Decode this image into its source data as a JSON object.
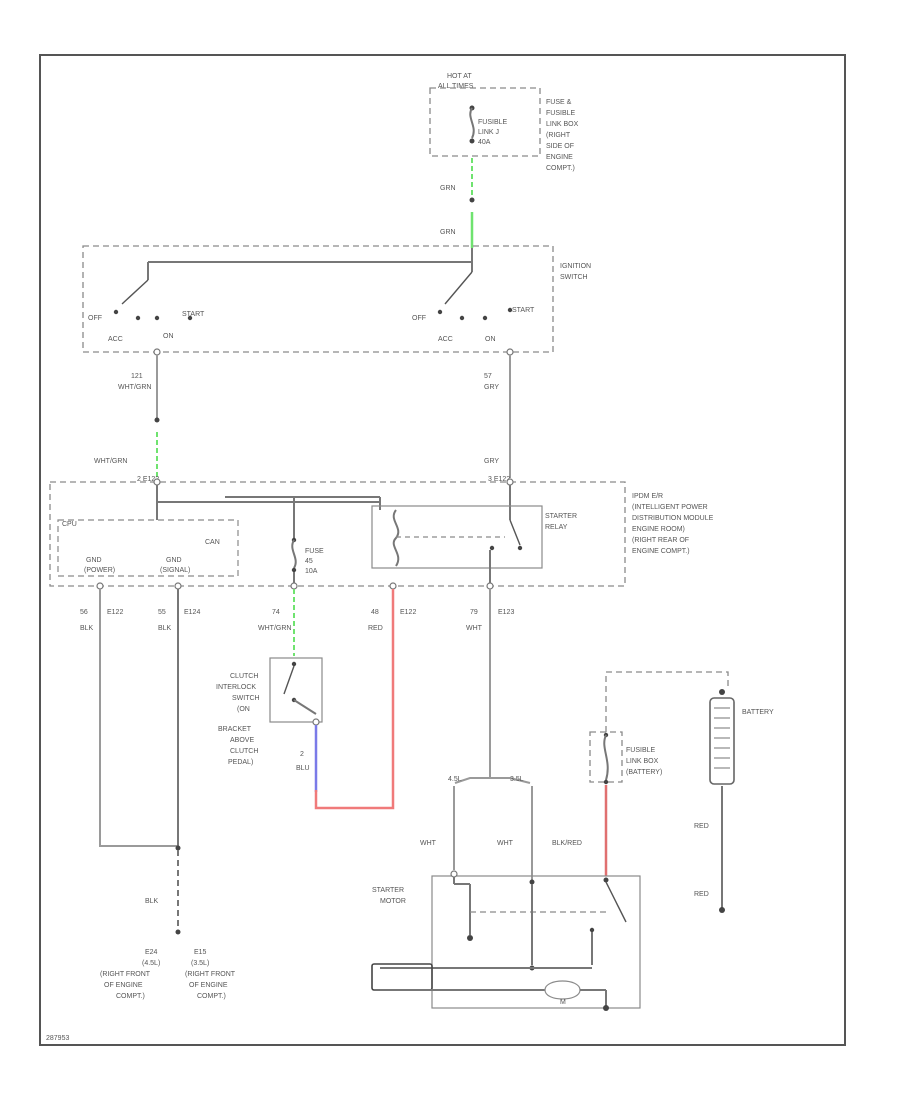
{
  "hot_at": {
    "line1": "HOT AT",
    "line2": "ALL TIMES"
  },
  "fuse_box": {
    "fuse_label": [
      "FUSIBLE",
      "LINK J",
      "40A"
    ],
    "location": [
      "FUSE &",
      "FUSIBLE",
      "LINK BOX",
      "(RIGHT",
      "SIDE OF",
      "ENGINE",
      "COMPT.)"
    ]
  },
  "ignition": {
    "title": [
      "IGNITION",
      "SWITCH"
    ],
    "left": {
      "off": "OFF",
      "acc": "ACC",
      "on": "ON",
      "start": "START"
    },
    "right": {
      "off": "OFF",
      "acc": "ACC",
      "on": "ON",
      "start": "START"
    }
  },
  "ipdm": {
    "title": [
      "IPDM E/R",
      "(INTELLIGENT POWER",
      "DISTRIBUTION MODULE",
      "ENGINE ROOM)",
      "(RIGHT REAR OF",
      "ENGINE COMPT.)"
    ],
    "cpu": "CPU",
    "can": "CAN",
    "gnd1": [
      "GND",
      "(POWER)"
    ],
    "gnd2": [
      "GND",
      "(SIGNAL)"
    ],
    "fuse": [
      "FUSE",
      "45",
      "10A"
    ],
    "starter_relay": [
      "STARTER",
      "RELAY"
    ],
    "conn_left": "2  E122",
    "conn_right": "3  E122"
  },
  "wires": {
    "grn1": "GRN",
    "grn2": "GRN",
    "wire_121": {
      "num": "121",
      "color": "WHT/GRN"
    },
    "wire_57": {
      "num": "57",
      "color": "GRY"
    },
    "whtgrn2": "WHT/GRN",
    "gry2": "GRY",
    "w56": {
      "num": "56",
      "conn": "E122",
      "color": "BLK"
    },
    "w55": {
      "num": "55",
      "conn": "E124",
      "color": "BLK"
    },
    "w74": {
      "num": "74",
      "color": "WHT/GRN"
    },
    "w48": {
      "num": "48",
      "conn": "E122",
      "color": "RED"
    },
    "w79": {
      "num": "79",
      "conn": "E123",
      "color": "WHT"
    },
    "w2": {
      "num": "2",
      "color": "BLU"
    },
    "blk_bottom": "BLK",
    "wht_left": "WHT",
    "wht_mid": "WHT",
    "blkred": "BLK/RED",
    "red1": "RED",
    "red2": "RED"
  },
  "clutch": {
    "label": [
      "CLUTCH",
      "INTERLOCK",
      "SWITCH",
      "(ON",
      "BRACKET",
      "ABOVE",
      "CLUTCH",
      "PEDAL)"
    ]
  },
  "engine_split": {
    "left": "4.5L",
    "right": "3.5L"
  },
  "battery": {
    "label": "BATTERY"
  },
  "fusible_battery": {
    "label": [
      "FUSIBLE",
      "LINK BOX",
      "(BATTERY)"
    ]
  },
  "starter_motor": {
    "label": [
      "STARTER",
      "MOTOR"
    ],
    "motor": "M"
  },
  "grounds": {
    "e24": [
      "E24",
      "(4.5L)",
      "(RIGHT FRONT",
      "OF ENGINE",
      "COMPT.)"
    ],
    "e15": [
      "E15",
      "(3.5L)",
      "(RIGHT FRONT",
      "OF ENGINE",
      "COMPT.)"
    ]
  },
  "figure_id": "287953",
  "colors": {
    "green": "#6fe36f",
    "red": "#f07a7a",
    "blue": "#7a7ae8",
    "wire": "#9a9a9a"
  }
}
